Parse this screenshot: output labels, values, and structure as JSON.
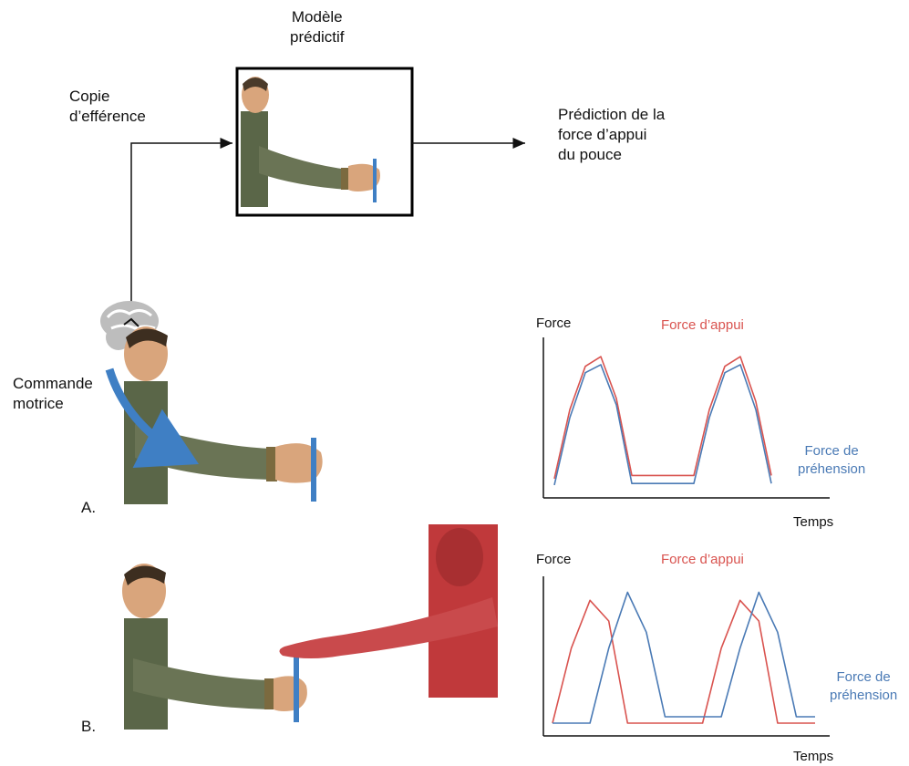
{
  "top": {
    "model_label": "Modèle\nprédictif",
    "efference_label": "Copie\nd’efférence",
    "prediction_label": "Prédiction de la\nforce d’appui\ndu pouce",
    "motor_label": "Commande\nmotrice"
  },
  "panels": {
    "a_label": "A.",
    "b_label": "B."
  },
  "colors": {
    "press": "#d9534f",
    "grip": "#4a7ab5",
    "arrow": "#3f7fc4",
    "sleeve": "#5a6648",
    "skin": "#d9a57c",
    "other_person": "#c0393b"
  },
  "chart_data": [
    {
      "type": "line",
      "panel": "A",
      "ylabel": "Force",
      "xlabel": "Temps",
      "x": [
        0,
        0.5,
        1.0,
        1.5,
        2.0,
        2.5,
        3.0,
        3.5,
        4.0,
        4.5,
        5.0,
        5.5,
        6.0,
        6.5,
        7.0
      ],
      "series": [
        {
          "name": "Force d’appui",
          "color": "#d9534f",
          "values": [
            0.12,
            0.55,
            0.82,
            0.88,
            0.62,
            0.14,
            0.14,
            0.14,
            0.14,
            0.14,
            0.55,
            0.82,
            0.88,
            0.6,
            0.14
          ]
        },
        {
          "name": "Force de préhension",
          "color": "#4a7ab5",
          "values": [
            0.08,
            0.5,
            0.78,
            0.83,
            0.58,
            0.09,
            0.09,
            0.09,
            0.09,
            0.09,
            0.5,
            0.78,
            0.83,
            0.55,
            0.09
          ]
        }
      ]
    },
    {
      "type": "line",
      "panel": "B",
      "ylabel": "Force",
      "xlabel": "Temps",
      "x": [
        0,
        0.5,
        1.0,
        1.5,
        2.0,
        2.5,
        3.0,
        3.5,
        4.0,
        4.5,
        5.0,
        5.5,
        6.0,
        6.5,
        7.0
      ],
      "series": [
        {
          "name": "Force d’appui",
          "color": "#d9534f",
          "values": [
            0.08,
            0.55,
            0.85,
            0.72,
            0.08,
            0.08,
            0.08,
            0.08,
            0.08,
            0.55,
            0.85,
            0.72,
            0.08,
            0.08,
            0.08
          ]
        },
        {
          "name": "Force de préhension",
          "color": "#4a7ab5",
          "values": [
            0.08,
            0.08,
            0.08,
            0.55,
            0.9,
            0.65,
            0.12,
            0.12,
            0.12,
            0.12,
            0.55,
            0.9,
            0.65,
            0.12,
            0.12
          ]
        }
      ]
    }
  ]
}
